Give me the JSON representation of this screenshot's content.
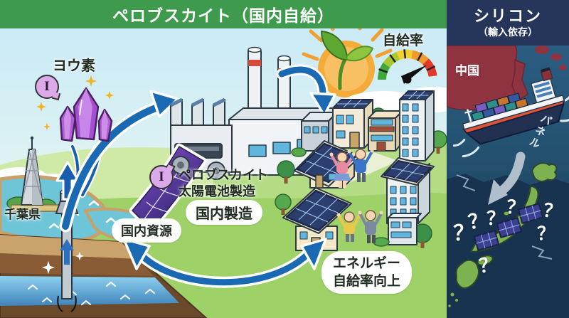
{
  "header": {
    "main_title": "ペロブスカイト（国内自給）"
  },
  "main_panel": {
    "iodine_label": "ヨウ素",
    "iodine_symbol": "I",
    "chiba_label": "千葉県",
    "factory_caption_line1": "ペロブスカイト",
    "factory_caption_line2": "太陽電池製造",
    "domestic_manufacturing_label": "国内製造",
    "domestic_resources_label": "国内資源",
    "gauge_label": "自給率",
    "energy_caption_line1": "エネルギー",
    "energy_caption_line2": "自給率向上"
  },
  "right_panel": {
    "title_line1": "シリコン",
    "title_line2": "（輸入依存）",
    "china_label": "中国",
    "cargo_label": "パネル",
    "question_mark": "？"
  },
  "colors": {
    "banner_green": "#3e9a4d",
    "right_header_navy": "#26365a",
    "arrow_blue": "#1a6ab3",
    "crystal_purple": "#a44fd0",
    "china_red": "#8f3340",
    "japan_green": "#7cb350",
    "solar_panel_navy": "#2c3e6e",
    "gauge_green": "#3fa83c",
    "gauge_yellow": "#f2cf2a",
    "gauge_orange": "#f2992b",
    "gauge_red": "#e03a2c",
    "import_arrow_gray": "#b9c6d2"
  }
}
